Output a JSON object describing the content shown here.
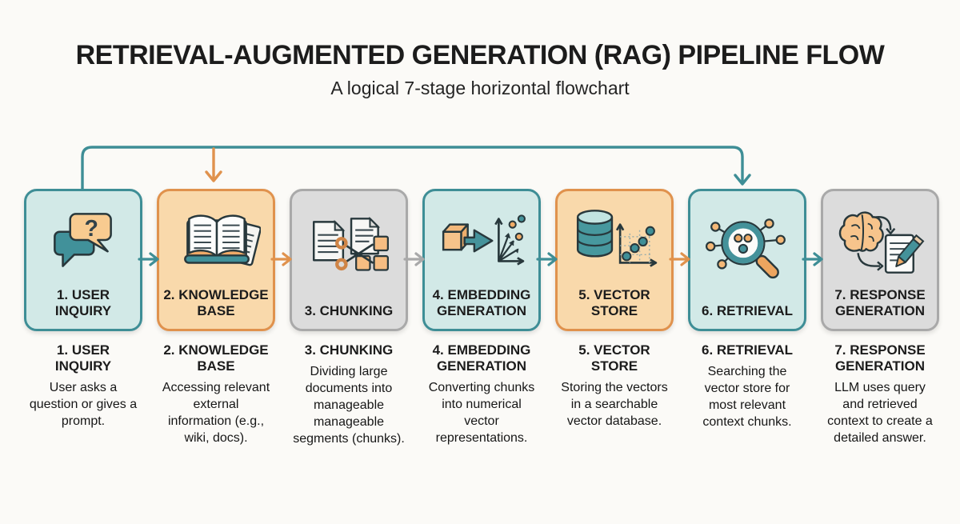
{
  "title": "RETRIEVAL-AUGMENTED GENERATION (RAG) PIPELINE FLOW",
  "subtitle": "A logical 7-stage horizontal flowchart",
  "colors": {
    "teal": "#3e8e96",
    "teal_fill": "#d2e9e7",
    "orange": "#e0924d",
    "orange_fill": "#f9d9ab",
    "gray": "#a9a9a9",
    "gray_fill": "#dcdcdc",
    "ink": "#1c1c1c",
    "bg": "#fbfaf7"
  },
  "stages": [
    {
      "label": "1. USER INQUIRY",
      "icon": "chat-bubbles-icon",
      "color": "teal",
      "description": "User asks a question or gives a prompt."
    },
    {
      "label": "2. KNOWLEDGE BASE",
      "icon": "open-book-icon",
      "color": "orange",
      "description": "Accessing relevant external information (e.g., wiki, docs)."
    },
    {
      "label": "3. CHUNKING",
      "icon": "documents-scissors-icon",
      "color": "gray",
      "description": "Dividing large documents into manageable manageable segments (chunks)."
    },
    {
      "label": "4. EMBEDDING GENERATION",
      "icon": "cube-to-vector-axes-icon",
      "color": "teal",
      "description": "Converting chunks into numerical vector representations."
    },
    {
      "label": "5. VECTOR STORE",
      "icon": "database-scatter-plot-icon",
      "color": "orange",
      "description": "Storing the vectors in a searchable vector database."
    },
    {
      "label": "6. RETRIEVAL",
      "icon": "magnifier-network-icon",
      "color": "teal",
      "description": "Searching the vector store for most relevant context chunks."
    },
    {
      "label": "7. RESPONSE GENERATION",
      "icon": "brain-document-pencil-icon",
      "color": "gray",
      "description": "LLM uses query and retrieved context to create a detailed answer."
    }
  ],
  "connectors": [
    {
      "name": "query-bypass-line",
      "from": "1. USER INQUIRY",
      "to": "6. RETRIEVAL",
      "color": "teal"
    },
    {
      "name": "ingest-down-arrow",
      "to": "2. KNOWLEDGE BASE",
      "color": "orange"
    },
    {
      "name": "flow-arrow-1-2",
      "color": "teal"
    },
    {
      "name": "flow-arrow-2-3",
      "color": "orange"
    },
    {
      "name": "flow-arrow-3-4",
      "color": "gray"
    },
    {
      "name": "flow-arrow-4-5",
      "color": "teal"
    },
    {
      "name": "flow-arrow-5-6",
      "color": "orange"
    },
    {
      "name": "flow-arrow-6-7",
      "color": "teal"
    }
  ]
}
